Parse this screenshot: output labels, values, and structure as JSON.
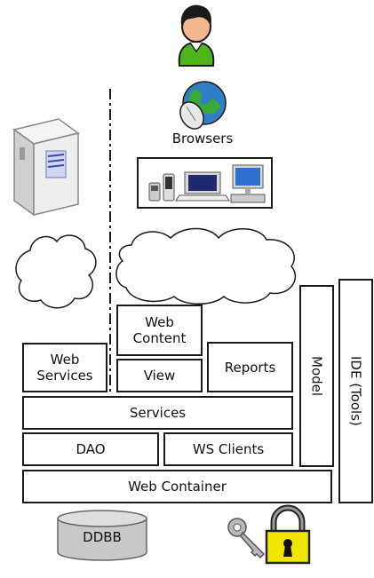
{
  "labels": {
    "browsers": "Browsers",
    "web_services": "Web Services",
    "web_content": "Web Content",
    "view": "View",
    "reports": "Reports",
    "services": "Services",
    "dao": "DAO",
    "ws_clients": "WS Clients",
    "web_container": "Web Container",
    "model": "Model",
    "ide_tools": "IDE (Tools)",
    "ddbb": "DDBB"
  },
  "icons": {
    "user": "user-icon",
    "globe": "globe-mouse-icon",
    "server": "server-icon",
    "devices": "devices-icon",
    "cloud_left": "cloud-icon",
    "cloud_right": "cloud-icon",
    "database": "database-icon",
    "key": "key-icon",
    "lock": "padlock-icon"
  },
  "colors": {
    "user_face": "#f4b88f",
    "user_shirt": "#4fb51c",
    "globe": "#2f80c9",
    "lock_body": "#f2e600",
    "database": "#c8c8c8"
  }
}
